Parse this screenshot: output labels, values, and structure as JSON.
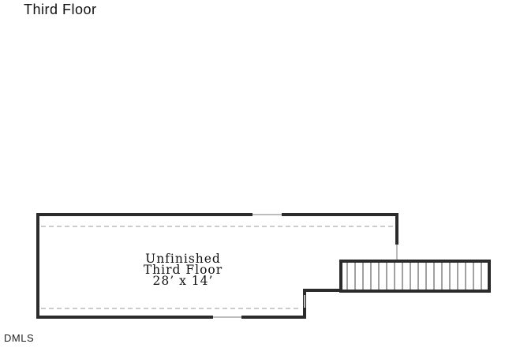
{
  "page": {
    "title": "Third Floor"
  },
  "room": {
    "name_line1": "Unfinished",
    "name_line2": "Third Floor",
    "dimensions": "28’ x 14’"
  },
  "watermark": {
    "text": "DMLS"
  },
  "colors": {
    "wall": "#2b2b2b",
    "dashed_line": "#9a9a9a",
    "window": "#bdbdbd",
    "stair_lines": "#444444"
  }
}
